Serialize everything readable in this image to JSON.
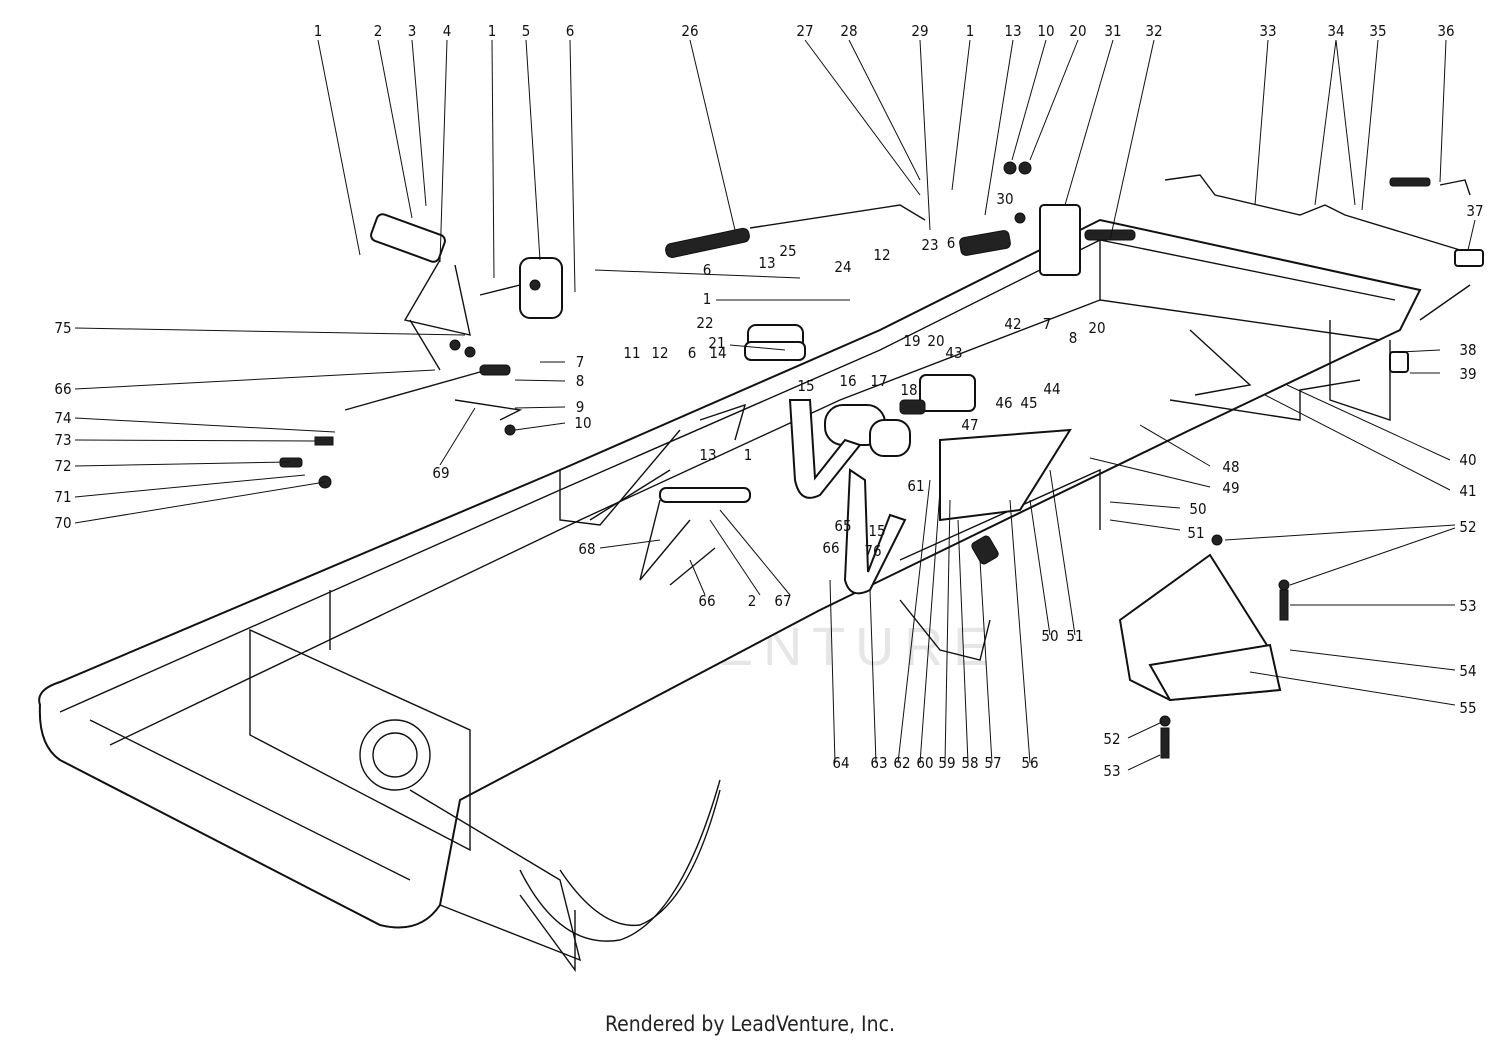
{
  "footer": {
    "text": "Rendered by LeadVenture, Inc."
  },
  "watermark": {
    "text": "LEADVENTURE"
  },
  "callouts": [
    "1",
    "2",
    "3",
    "4",
    "1",
    "5",
    "6",
    "26",
    "27",
    "28",
    "29",
    "1",
    "13",
    "10",
    "20",
    "31",
    "32",
    "33",
    "34",
    "35",
    "36",
    "30",
    "25",
    "24",
    "12",
    "13",
    "6",
    "23",
    "6",
    "37",
    "1",
    "22",
    "21",
    "15",
    "19",
    "20",
    "43",
    "42",
    "7",
    "8",
    "20",
    "38",
    "39",
    "75",
    "66",
    "74",
    "73",
    "72",
    "71",
    "70",
    "69",
    "7",
    "8",
    "9",
    "10",
    "11",
    "12",
    "6",
    "14",
    "16",
    "17",
    "18",
    "44",
    "45",
    "46",
    "47",
    "40",
    "41",
    "48",
    "49",
    "50",
    "51",
    "52",
    "53",
    "54",
    "55",
    "52",
    "53",
    "13",
    "1",
    "68",
    "67",
    "2",
    "66",
    "65",
    "15",
    "76",
    "66",
    "61",
    "64",
    "63",
    "62",
    "60",
    "59",
    "58",
    "57",
    "56",
    "50",
    "51"
  ]
}
